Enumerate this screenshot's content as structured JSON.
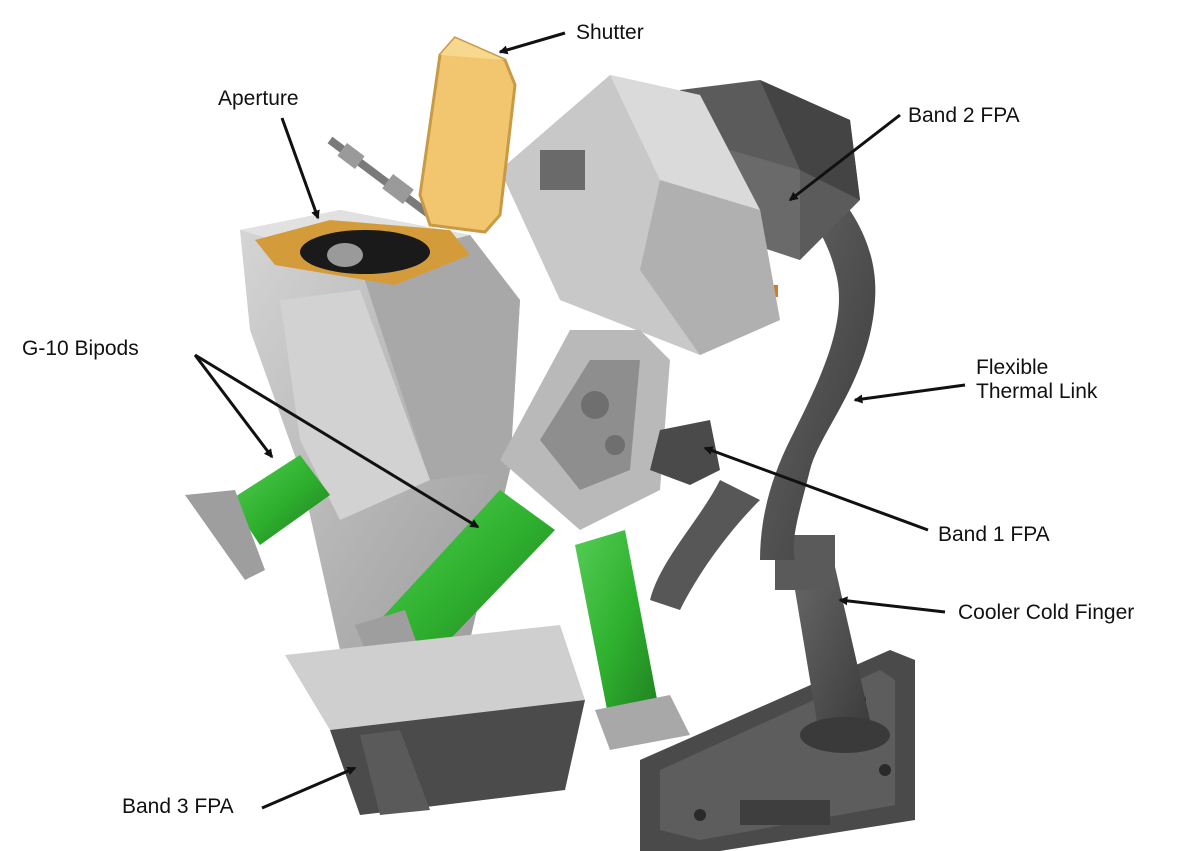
{
  "diagram": {
    "labels": {
      "shutter": "Shutter",
      "aperture": "Aperture",
      "band2": "Band 2 FPA",
      "g10": "G-10 Bipods",
      "flex_line1": "Flexible",
      "flex_line2": "Thermal Link",
      "band1": "Band 1 FPA",
      "cooler": "Cooler Cold Finger",
      "band3": "Band 3 FPA"
    },
    "colors": {
      "background": "#ffffff",
      "label_text": "#111111",
      "arrow": "#111111",
      "shutter_gold": "#f2c66f",
      "aperture_gold": "#d49b3b",
      "bipod_green": "#2fb22f",
      "structure_light_gray": "#bdbdbd",
      "structure_mid_gray": "#8e8e8e",
      "structure_dark_gray": "#4a4a4a"
    },
    "icons": {
      "arrow": "arrowhead"
    }
  }
}
